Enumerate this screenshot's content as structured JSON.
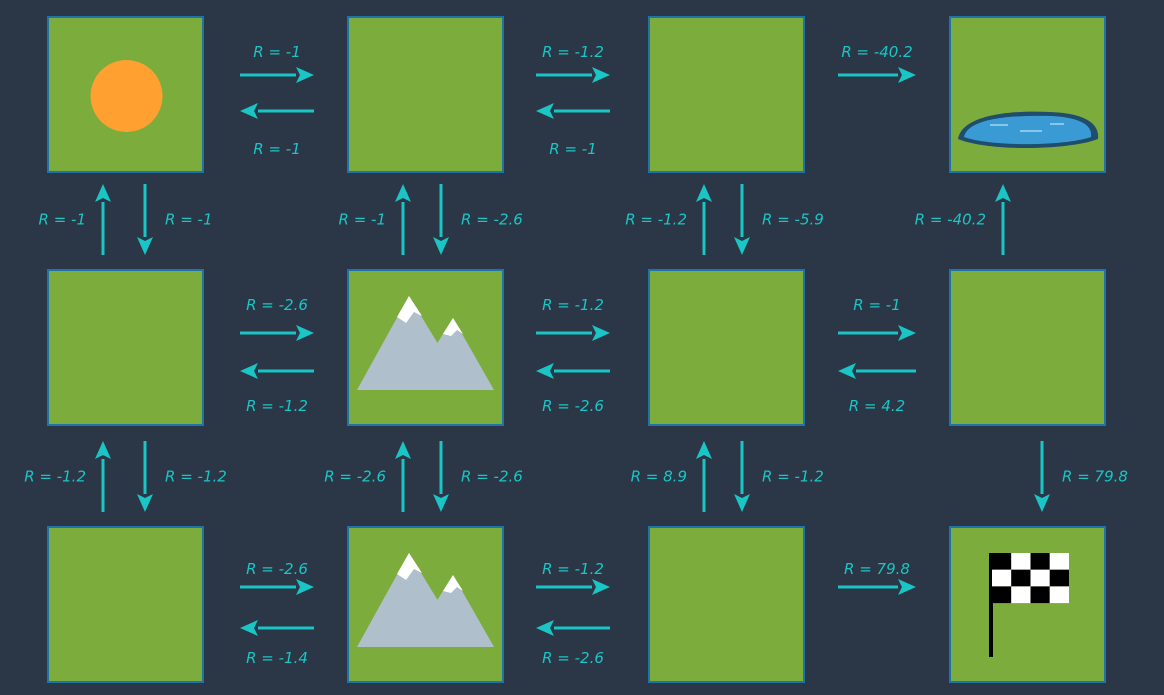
{
  "grid": {
    "rows": 3,
    "cols": 4,
    "tiles": [
      {
        "row": 0,
        "col": 0,
        "icon": "sun-icon"
      },
      {
        "row": 0,
        "col": 1,
        "icon": ""
      },
      {
        "row": 0,
        "col": 2,
        "icon": ""
      },
      {
        "row": 0,
        "col": 3,
        "icon": "pond-icon"
      },
      {
        "row": 1,
        "col": 0,
        "icon": ""
      },
      {
        "row": 1,
        "col": 1,
        "icon": "mountain-icon"
      },
      {
        "row": 1,
        "col": 2,
        "icon": ""
      },
      {
        "row": 1,
        "col": 3,
        "icon": ""
      },
      {
        "row": 2,
        "col": 0,
        "icon": ""
      },
      {
        "row": 2,
        "col": 1,
        "icon": "mountain-icon"
      },
      {
        "row": 2,
        "col": 2,
        "icon": ""
      },
      {
        "row": 2,
        "col": 3,
        "icon": "checkered-flag-icon"
      }
    ]
  },
  "colors": {
    "background": "#2b3746",
    "tile": "#7cac3c",
    "tile_border": "#1e73a8",
    "arrow": "#19c5c5",
    "sun": "#ffa030",
    "mountain": "#b0bfcc",
    "snow": "#ffffff",
    "water": "#3a9bd4"
  },
  "transitions": [
    {
      "from": [
        0,
        0
      ],
      "to": [
        0,
        1
      ],
      "label": "R = -1"
    },
    {
      "from": [
        0,
        1
      ],
      "to": [
        0,
        0
      ],
      "label": "R = -1"
    },
    {
      "from": [
        0,
        1
      ],
      "to": [
        0,
        2
      ],
      "label": "R = -1.2"
    },
    {
      "from": [
        0,
        2
      ],
      "to": [
        0,
        1
      ],
      "label": "R = -1"
    },
    {
      "from": [
        0,
        2
      ],
      "to": [
        0,
        3
      ],
      "label": "R = -40.2"
    },
    {
      "from": [
        1,
        0
      ],
      "to": [
        0,
        0
      ],
      "label": "R = -1"
    },
    {
      "from": [
        0,
        0
      ],
      "to": [
        1,
        0
      ],
      "label": "R = -1"
    },
    {
      "from": [
        1,
        1
      ],
      "to": [
        0,
        1
      ],
      "label": "R = -1"
    },
    {
      "from": [
        0,
        1
      ],
      "to": [
        1,
        1
      ],
      "label": "R = -2.6"
    },
    {
      "from": [
        1,
        2
      ],
      "to": [
        0,
        2
      ],
      "label": "R = -1.2"
    },
    {
      "from": [
        0,
        2
      ],
      "to": [
        1,
        2
      ],
      "label": "R = -5.9"
    },
    {
      "from": [
        1,
        3
      ],
      "to": [
        0,
        3
      ],
      "label": "R = -40.2"
    },
    {
      "from": [
        1,
        0
      ],
      "to": [
        1,
        1
      ],
      "label": "R = -2.6"
    },
    {
      "from": [
        1,
        1
      ],
      "to": [
        1,
        0
      ],
      "label": "R = -1.2"
    },
    {
      "from": [
        1,
        1
      ],
      "to": [
        1,
        2
      ],
      "label": "R = -1.2"
    },
    {
      "from": [
        1,
        2
      ],
      "to": [
        1,
        1
      ],
      "label": "R = -2.6"
    },
    {
      "from": [
        1,
        2
      ],
      "to": [
        1,
        3
      ],
      "label": "R = -1"
    },
    {
      "from": [
        1,
        3
      ],
      "to": [
        1,
        2
      ],
      "label": "R = 4.2"
    },
    {
      "from": [
        2,
        0
      ],
      "to": [
        1,
        0
      ],
      "label": "R = -1.2"
    },
    {
      "from": [
        1,
        0
      ],
      "to": [
        2,
        0
      ],
      "label": "R = -1.2"
    },
    {
      "from": [
        2,
        1
      ],
      "to": [
        1,
        1
      ],
      "label": "R = -2.6"
    },
    {
      "from": [
        1,
        1
      ],
      "to": [
        2,
        1
      ],
      "label": "R = -2.6"
    },
    {
      "from": [
        2,
        2
      ],
      "to": [
        1,
        2
      ],
      "label": "R = 8.9"
    },
    {
      "from": [
        1,
        2
      ],
      "to": [
        2,
        2
      ],
      "label": "R = -1.2"
    },
    {
      "from": [
        1,
        3
      ],
      "to": [
        2,
        3
      ],
      "label": "R =  79.8"
    },
    {
      "from": [
        2,
        0
      ],
      "to": [
        2,
        1
      ],
      "label": "R = -2.6"
    },
    {
      "from": [
        2,
        1
      ],
      "to": [
        2,
        0
      ],
      "label": "R = -1.4"
    },
    {
      "from": [
        2,
        1
      ],
      "to": [
        2,
        2
      ],
      "label": "R = -1.2"
    },
    {
      "from": [
        2,
        2
      ],
      "to": [
        2,
        1
      ],
      "label": "R = -2.6"
    },
    {
      "from": [
        2,
        2
      ],
      "to": [
        2,
        3
      ],
      "label": "R = 79.8"
    }
  ]
}
